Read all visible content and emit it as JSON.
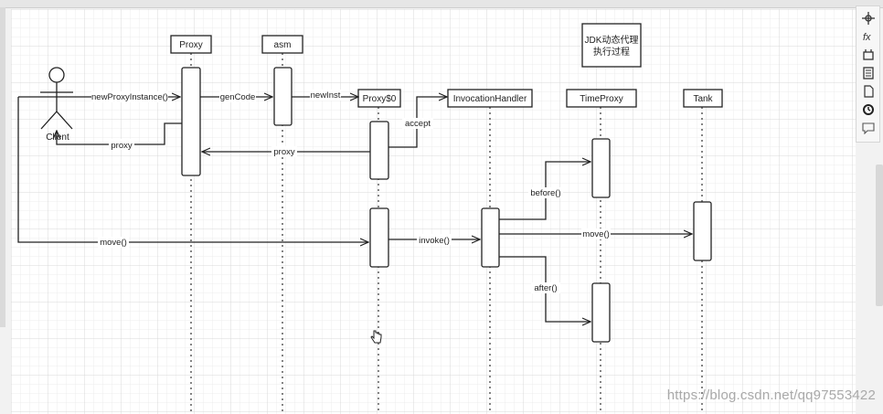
{
  "participants": [
    {
      "id": "proxy",
      "label": "Proxy"
    },
    {
      "id": "asm",
      "label": "asm"
    },
    {
      "id": "proxy0",
      "label": "Proxy$0"
    },
    {
      "id": "invocation_handler",
      "label": "InvocationHandler"
    },
    {
      "id": "time_proxy",
      "label": "TimeProxy"
    },
    {
      "id": "tank",
      "label": "Tank"
    }
  ],
  "actor": {
    "label": "Client"
  },
  "note": {
    "line1": "JDK动态代理",
    "line2": "执行过程"
  },
  "messages": {
    "new_proxy_instance": "newProxyInstance()",
    "gen_code": "genCode",
    "new_inst": "newInst",
    "accept": "accept",
    "proxy_return": "proxy",
    "proxy_return_2": "proxy",
    "move_call": "move()",
    "invoke": "invoke()",
    "before": "before()",
    "move_tank": "move()",
    "after": "after()"
  },
  "watermark": "https://blog.csdn.net/qq97553422",
  "toolbar": {
    "icons": [
      "move-icon",
      "function-icon",
      "crop-icon",
      "format-icon",
      "page-icon",
      "history-icon",
      "comment-icon"
    ]
  },
  "colors": {
    "stroke": "#222222",
    "grid_minor": "#ececec",
    "grid_major": "#d9d9d9",
    "canvas": "#ffffff"
  }
}
